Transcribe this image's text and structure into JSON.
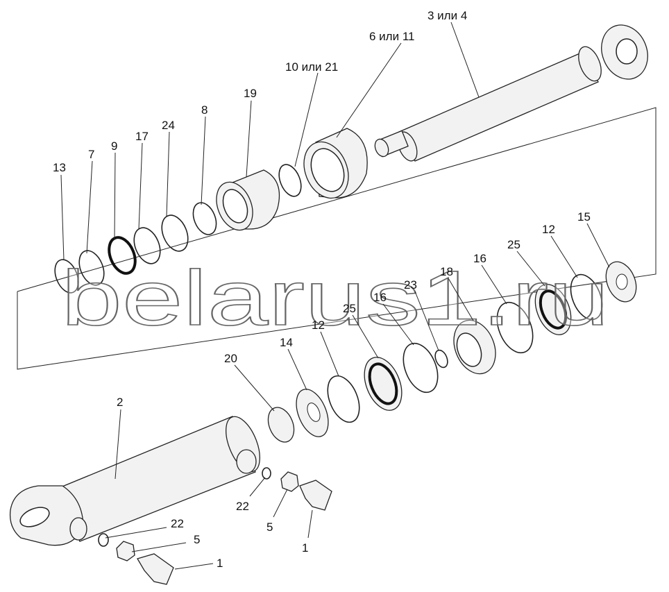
{
  "watermark": "belarus1.ru",
  "labels": {
    "p3or4": "3 или 4",
    "p6or11": "6 или 11",
    "p10or21": "10 или 21",
    "p19": "19",
    "p8": "8",
    "p24": "24",
    "p17": "17",
    "p9": "9",
    "p7": "7",
    "p13": "13",
    "p15": "15",
    "p12a": "12",
    "p25a": "25",
    "p16a": "16",
    "p18": "18",
    "p23": "23",
    "p16b": "16",
    "p25b": "25",
    "p12b": "12",
    "p14": "14",
    "p20": "20",
    "p2": "2",
    "p22a": "22",
    "p5a": "5",
    "p1a": "1",
    "p22b": "22",
    "p5b": "5",
    "p1b": "1"
  }
}
